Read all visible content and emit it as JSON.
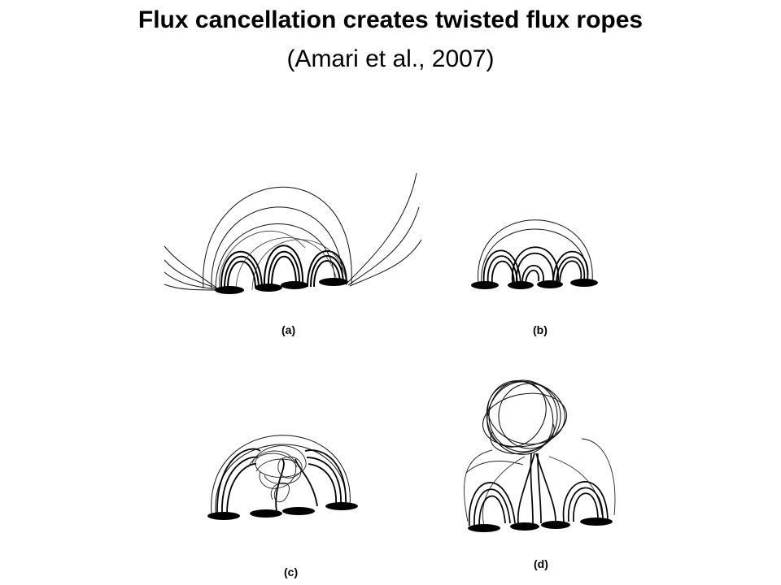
{
  "slide": {
    "title": "Flux cancellation creates twisted flux ropes",
    "subtitle": "(Amari et al., 2007)"
  },
  "panels": [
    {
      "label": "(a)"
    },
    {
      "label": "(b)"
    },
    {
      "label": "(c)"
    },
    {
      "label": "(d)"
    }
  ]
}
